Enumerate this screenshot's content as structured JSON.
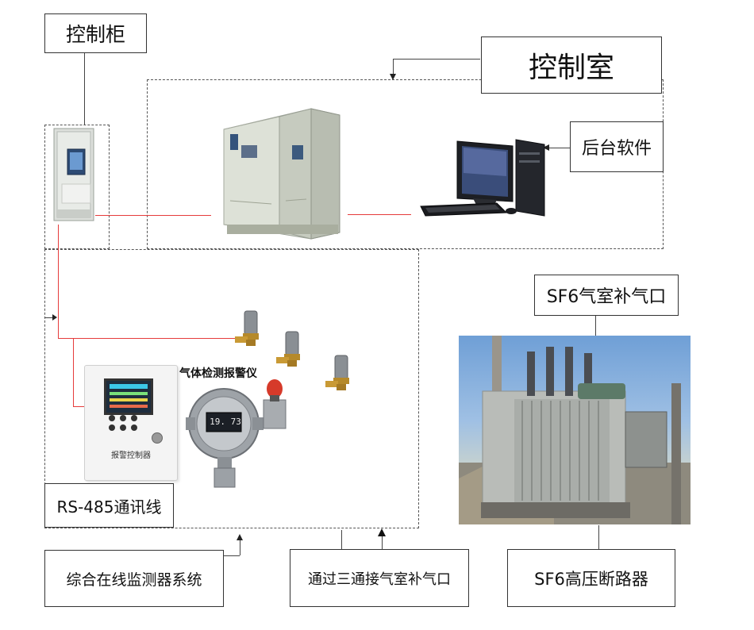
{
  "labels": {
    "control_cabinet": "控制柜",
    "control_room": "控制室",
    "backend_software": "后台软件",
    "sf6_refill_port": "SF6气室补气口",
    "gas_detector_alarm": "气体检测报警仪",
    "alarm_controller": "报警控制器",
    "rs485": "RS-485通讯线",
    "online_monitoring": "综合在线监测器系统",
    "three_way": "通过三通接气室补气口",
    "sf6_breaker": "SF6高压断路器",
    "detector_reading": "19. 73"
  },
  "colors": {
    "connection_red": "#e53b3b",
    "dashed_border": "#555555",
    "cabinet_gray": "#d9ddd6",
    "sky_blue": "#7fa9d9"
  }
}
